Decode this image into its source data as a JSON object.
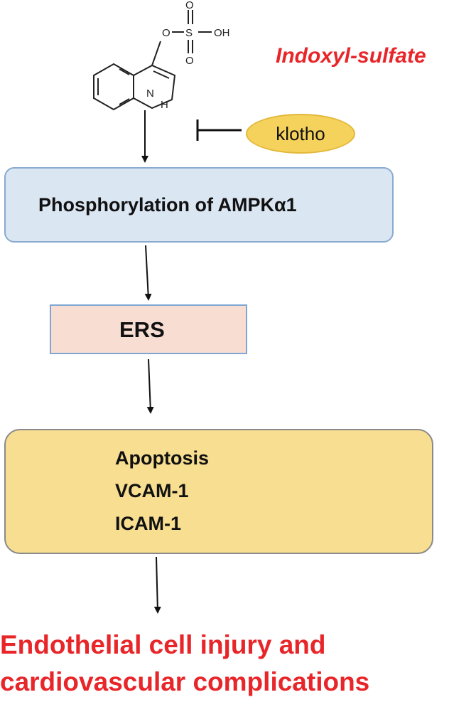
{
  "molecule": {
    "name": "Indoxyl-sulfate",
    "atoms": {
      "o1": "O",
      "s": "S",
      "o_top": "O",
      "o_bottom": "O",
      "oh": "OH",
      "nh_n": "N",
      "nh_h": "H"
    }
  },
  "inhibitor": {
    "label": "klotho"
  },
  "steps": {
    "ampk": {
      "label": "Phosphorylation of AMPKα1",
      "direction": "down"
    },
    "ers": {
      "label": "ERS",
      "direction": "up"
    },
    "outcomes": {
      "lines": [
        "Apoptosis",
        "VCAM-1",
        "ICAM-1"
      ],
      "direction": "up"
    }
  },
  "result": {
    "line1": "Endothelial cell injury and",
    "line2": "cardiovascular complications"
  },
  "colors": {
    "red": "#e8262a",
    "klotho_fill": "#f5d25c",
    "ampk_fill": "#dbe6f3",
    "ers_fill": "#f8ddd3",
    "outcome_fill": "#f7de91"
  }
}
